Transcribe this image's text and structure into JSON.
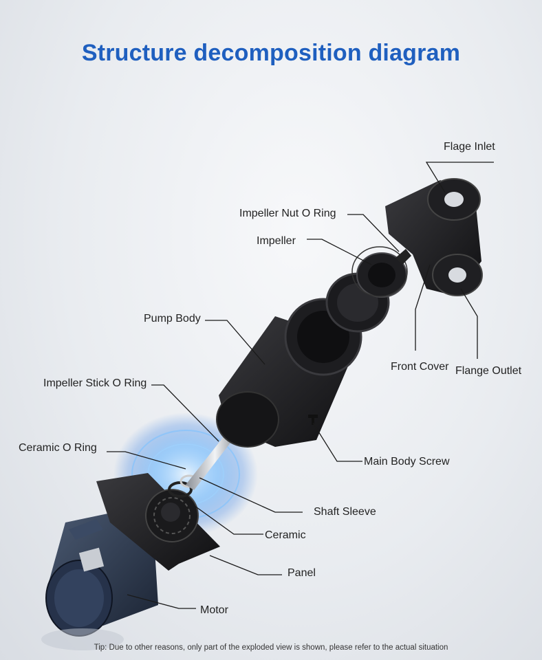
{
  "title": "Structure decomposition diagram",
  "labels": {
    "flage_inlet": "Flage Inlet",
    "impeller_nut_o_ring": "Impeller Nut O Ring",
    "impeller": "Impeller",
    "pump_body": "Pump Body",
    "front_cover": "Front Cover",
    "flange_outlet": "Flange Outlet",
    "impeller_stick_o_ring": "Impeller Stick  O Ring",
    "ceramic_o_ring": "Ceramic O Ring",
    "main_body_screw": "Main Body Screw",
    "shaft_sleeve": "Shaft Sleeve",
    "ceramic": "Ceramic",
    "panel": "Panel",
    "motor": "Motor"
  },
  "tip": "Tip: Due to other reasons, only part of the exploded view is shown, please refer to the actual situation",
  "colors": {
    "title": "#1f5fbf",
    "part": "#1c1c1e",
    "motor": "#2f3d52",
    "glow": "#4aa3ff"
  }
}
